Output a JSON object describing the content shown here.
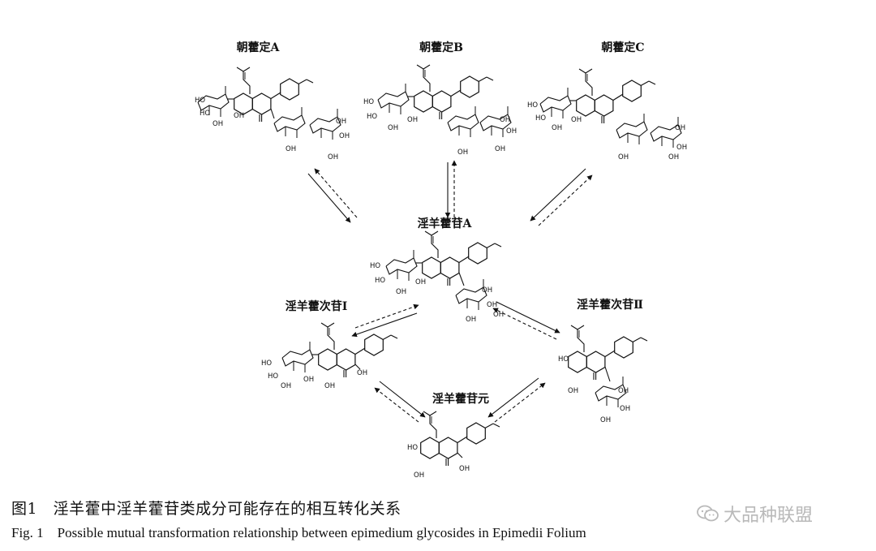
{
  "compounds": {
    "chaohuoding_a": "朝藿定A",
    "chaohuoding_b": "朝藿定B",
    "chaohuoding_c": "朝藿定C",
    "icariin": "淫羊藿苷A",
    "icariside_1": "淫羊藿次苷Ⅰ",
    "icariside_2": "淫羊藿次苷Ⅱ",
    "icaritin": "淫羊藿苷元"
  },
  "atom_labels": {
    "hydroxyl": "OH",
    "hydroxyl_left": "HO"
  },
  "caption": {
    "cn": "图1　淫羊藿中淫羊藿苷类成分可能存在的相互转化关系",
    "en": "Fig. 1　Possible mutual transformation relationship between epimedium glycosides in Epimedii Folium"
  },
  "watermark": {
    "text": "大品种联盟",
    "icon": "wechat-icon"
  },
  "colors": {
    "ink": "#111111",
    "watermark": "#b9b9b9"
  }
}
